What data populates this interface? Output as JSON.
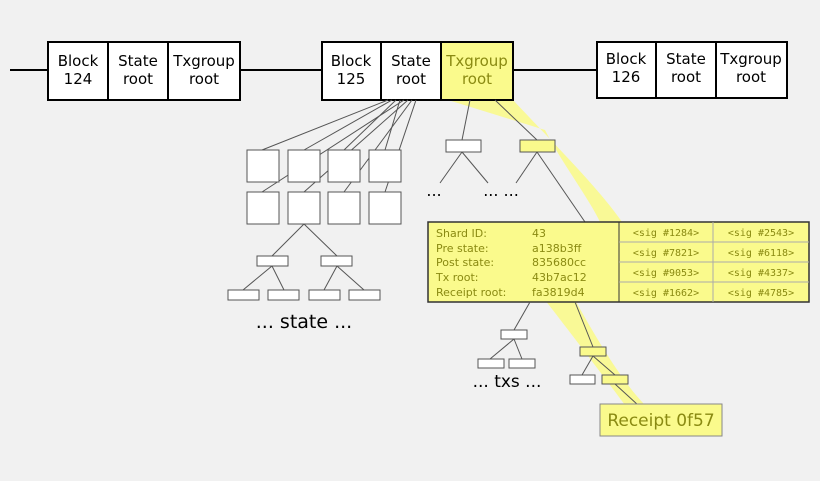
{
  "colors": {
    "background": "#f1f1f1",
    "highlight": "#fafa8c",
    "highlight_stroke": "#c8c83c",
    "text_highlight": "#8a8a12",
    "line": "#000000"
  },
  "blocks": [
    {
      "block_line1": "Block",
      "block_line2": "124",
      "state_line1": "State",
      "state_line2": "root",
      "tx_line1": "Txgroup",
      "tx_line2": "root"
    },
    {
      "block_line1": "Block",
      "block_line2": "125",
      "state_line1": "State",
      "state_line2": "root",
      "tx_line1": "Txgroup",
      "tx_line2": "root"
    },
    {
      "block_line1": "Block",
      "block_line2": "126",
      "state_line1": "State",
      "state_line2": "root",
      "tx_line1": "Txgroup",
      "tx_line2": "root"
    }
  ],
  "labels": {
    "state": "... state ...",
    "txs": "... txs ...",
    "dots1": "...",
    "dots2": "... ...",
    "receipt": "Receipt 0f57"
  },
  "shard": {
    "rows": [
      {
        "key": "Shard ID:",
        "value": "43"
      },
      {
        "key": "Pre state:",
        "value": "a138b3ff"
      },
      {
        "key": "Post state:",
        "value": "835680cc"
      },
      {
        "key": "Tx root:",
        "value": "43b7ac12"
      },
      {
        "key": "Receipt root:",
        "value": "fa3819d4"
      }
    ],
    "sigs": [
      [
        "<sig #1284>",
        "<sig #2543>"
      ],
      [
        "<sig #7821>",
        "<sig #6118>"
      ],
      [
        "<sig #9053>",
        "<sig #4337>"
      ],
      [
        "<sig #1662>",
        "<sig #4785>"
      ]
    ]
  }
}
